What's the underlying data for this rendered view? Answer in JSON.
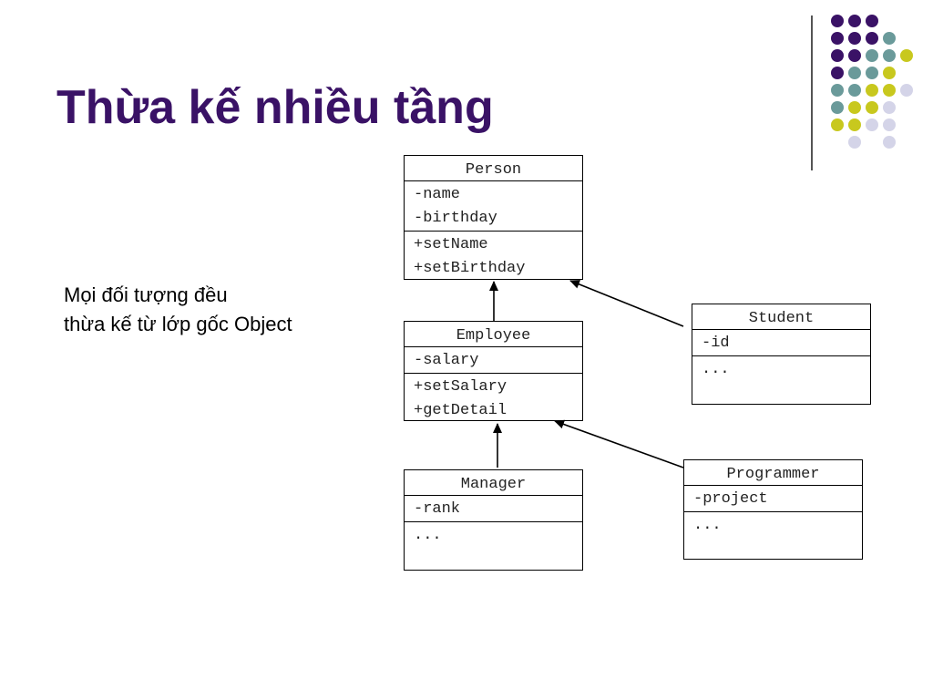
{
  "slide": {
    "title": "Thừa kế nhiều tầng",
    "note_lines": [
      "Mọi đối tượng đều",
      "thừa kế từ lớp gốc Object"
    ]
  },
  "decoration": {
    "colors": {
      "purple": "#3a1266",
      "teal": "#6a9a9a",
      "yellow": "#c8c81e",
      "lavender": "#d4d4e8"
    }
  },
  "diagram": {
    "classes": {
      "person": {
        "name": "Person",
        "attributes": [
          "-name",
          "-birthday"
        ],
        "methods": [
          "+setName",
          "+setBirthday"
        ]
      },
      "employee": {
        "name": "Employee",
        "attributes": [
          "-salary"
        ],
        "methods": [
          "+setSalary",
          "+getDetail"
        ]
      },
      "student": {
        "name": "Student",
        "attributes": [
          "-id"
        ],
        "methods": [
          "..."
        ]
      },
      "manager": {
        "name": "Manager",
        "attributes": [
          "-rank"
        ],
        "methods": [
          "..."
        ]
      },
      "programmer": {
        "name": "Programmer",
        "attributes": [
          "-project"
        ],
        "methods": [
          "..."
        ]
      }
    },
    "inheritance": [
      {
        "child": "Employee",
        "parent": "Person"
      },
      {
        "child": "Student",
        "parent": "Person"
      },
      {
        "child": "Manager",
        "parent": "Employee"
      },
      {
        "child": "Programmer",
        "parent": "Employee"
      }
    ]
  }
}
